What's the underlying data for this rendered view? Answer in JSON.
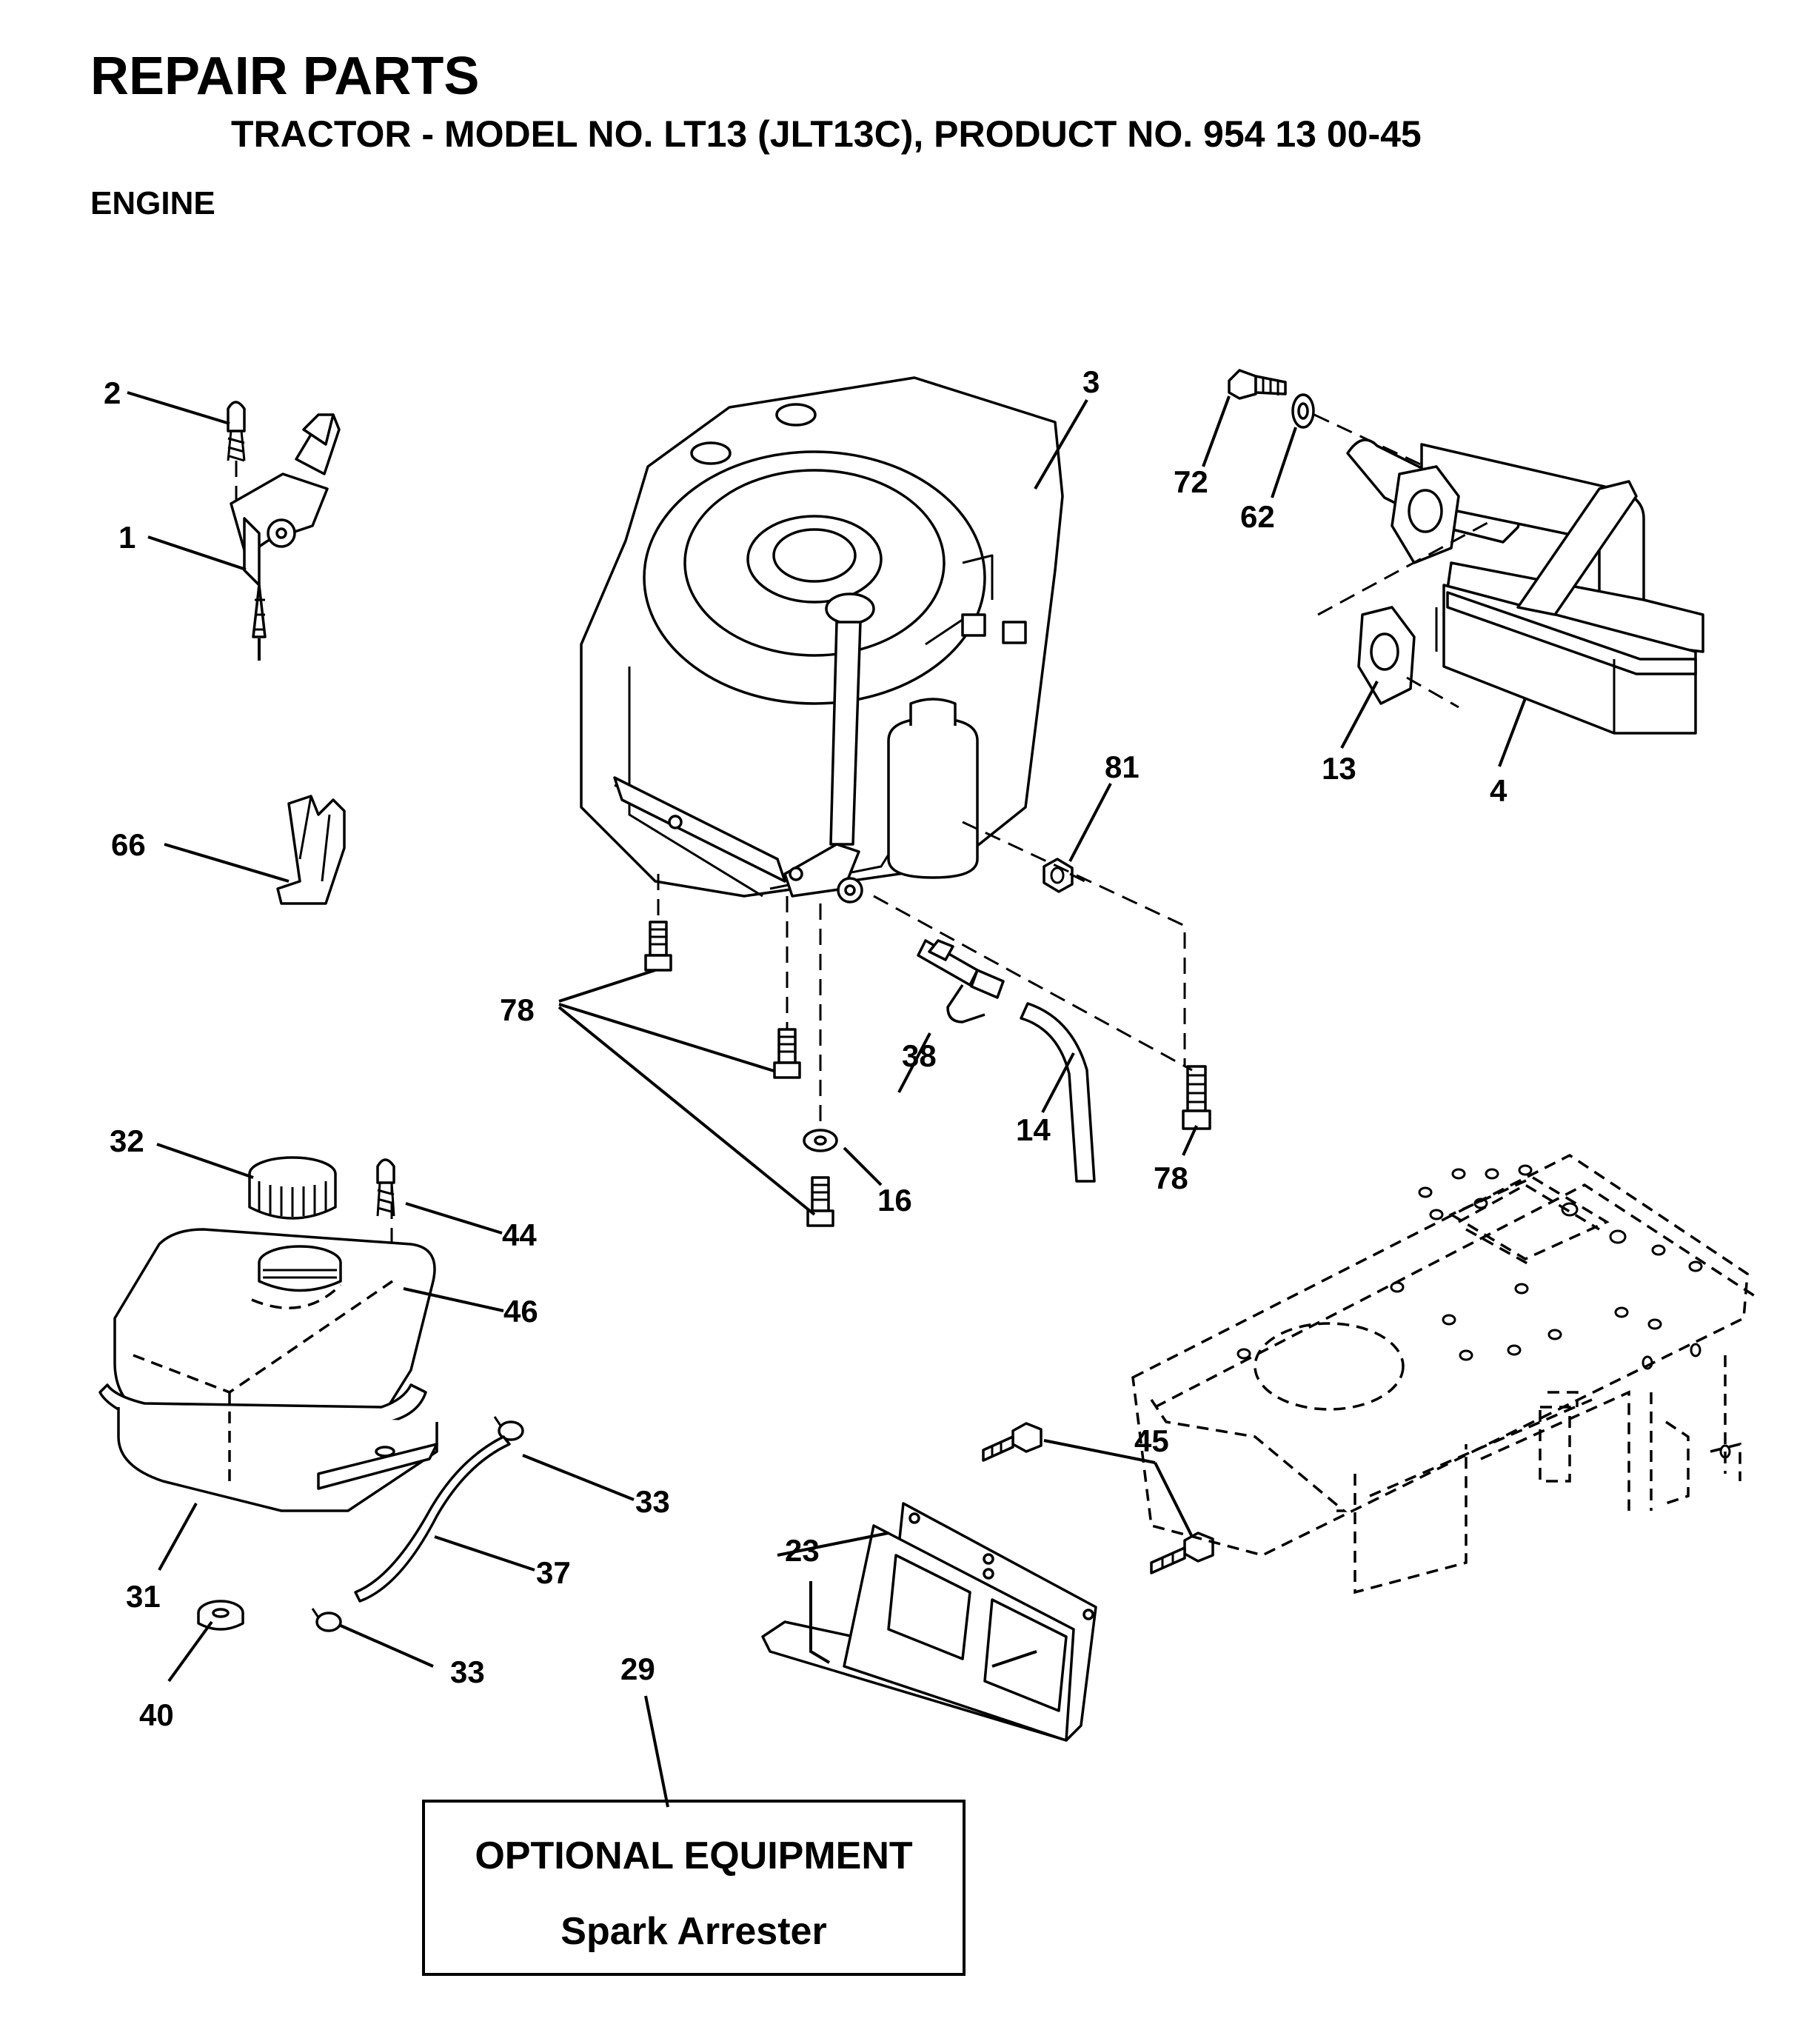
{
  "header": {
    "title": "REPAIR PARTS",
    "subtitle": "TRACTOR - MODEL NO. LT13 (JLT13C), PRODUCT NO. 954 13 00-45",
    "section": "ENGINE"
  },
  "callouts": {
    "c2": "2",
    "c1": "1",
    "c66": "66",
    "c3": "3",
    "c72": "72",
    "c62": "62",
    "c13": "13",
    "c4": "4",
    "c81": "81",
    "c78a": "78",
    "c38": "38",
    "c14": "14",
    "c78b": "78",
    "c16": "16",
    "c32": "32",
    "c44": "44",
    "c46": "46",
    "c31": "31",
    "c33a": "33",
    "c37": "37",
    "c33b": "33",
    "c40": "40",
    "c45": "45",
    "c23": "23",
    "c29": "29"
  },
  "optional_box": {
    "heading": "OPTIONAL EQUIPMENT",
    "item": "Spark Arrester"
  }
}
